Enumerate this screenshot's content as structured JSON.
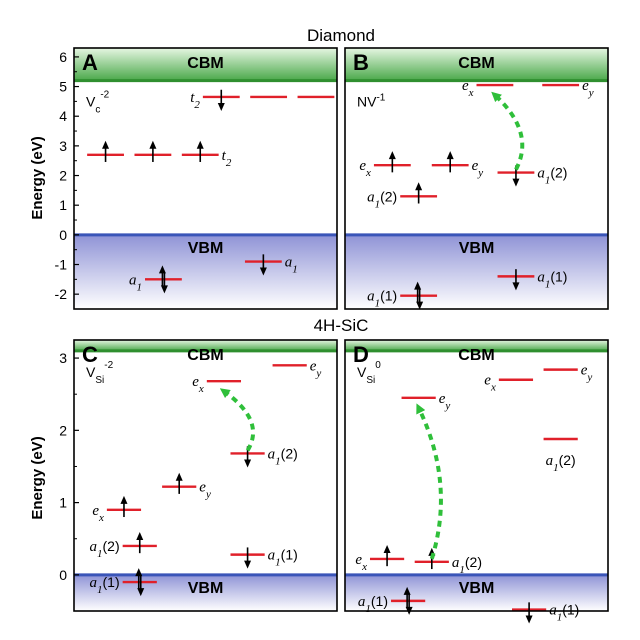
{
  "sections": [
    {
      "title": "Diamond",
      "energy_min": -2.5,
      "energy_max": 6.3,
      "cbm_energy": 5.2,
      "vbm_energy": 0,
      "y_axis_label": "Energy (eV)",
      "y_ticks": [
        "-2",
        "-1",
        "0",
        "1",
        "2",
        "3",
        "4",
        "5",
        "6"
      ]
    },
    {
      "title": "4H-SiC",
      "energy_min": -0.5,
      "energy_max": 3.25,
      "cbm_energy": 3.1,
      "vbm_energy": 0,
      "y_axis_label": "Energy (eV)",
      "y_ticks": [
        "0",
        "1",
        "2",
        "3"
      ]
    }
  ],
  "panels": [
    {
      "letter": "A",
      "section": 0,
      "col": 0,
      "cbm_label": "CBM",
      "vbm_label": "VBM",
      "defect": {
        "base": "V",
        "sub": "c",
        "sup": "-2"
      },
      "levels": [
        {
          "label": "t",
          "sub": "2",
          "x": 0.12,
          "energy": 2.7,
          "w": 0.14,
          "spin": "up",
          "label_side": "none"
        },
        {
          "label": "t",
          "sub": "2",
          "x": 0.3,
          "energy": 2.7,
          "w": 0.14,
          "spin": "up",
          "label_side": "none"
        },
        {
          "label": "t",
          "sub": "2",
          "x": 0.48,
          "energy": 2.7,
          "w": 0.14,
          "spin": "up",
          "label_side": "right"
        },
        {
          "label": "t",
          "sub": "2",
          "x": 0.56,
          "energy": 4.65,
          "w": 0.14,
          "spin": "down",
          "label_side": "left"
        },
        {
          "label": "t",
          "sub": "2",
          "x": 0.74,
          "energy": 4.65,
          "w": 0.14,
          "spin": "none",
          "label_side": "none"
        },
        {
          "label": "t",
          "sub": "2",
          "x": 0.92,
          "energy": 4.65,
          "w": 0.14,
          "spin": "none",
          "label_side": "none"
        },
        {
          "label": "a",
          "sub": "1",
          "x": 0.34,
          "energy": -1.5,
          "w": 0.14,
          "spin": "updown",
          "label_side": "left"
        },
        {
          "label": "a",
          "sub": "1",
          "x": 0.72,
          "energy": -0.9,
          "w": 0.14,
          "spin": "down",
          "label_side": "right"
        }
      ],
      "transition": null
    },
    {
      "letter": "B",
      "section": 0,
      "col": 1,
      "cbm_label": "CBM",
      "vbm_label": "VBM",
      "defect": {
        "base": "NV",
        "sub": "",
        "sup": "-1"
      },
      "levels": [
        {
          "label": "e",
          "sub": "x",
          "x": 0.18,
          "energy": 2.35,
          "w": 0.14,
          "spin": "up",
          "label_side": "left"
        },
        {
          "label": "e",
          "sub": "y",
          "x": 0.4,
          "energy": 2.35,
          "w": 0.14,
          "spin": "up",
          "label_side": "right"
        },
        {
          "label": "a",
          "sub": "1",
          "paren": "(2)",
          "x": 0.28,
          "energy": 1.3,
          "w": 0.14,
          "spin": "up",
          "label_side": "left"
        },
        {
          "label": "e",
          "sub": "x",
          "x": 0.57,
          "energy": 5.05,
          "w": 0.14,
          "spin": "none",
          "label_side": "left"
        },
        {
          "label": "e",
          "sub": "y",
          "x": 0.82,
          "energy": 5.05,
          "w": 0.14,
          "spin": "none",
          "label_side": "right"
        },
        {
          "label": "a",
          "sub": "1",
          "paren": "(2)",
          "x": 0.65,
          "energy": 2.1,
          "w": 0.14,
          "spin": "down",
          "label_side": "right"
        },
        {
          "label": "a",
          "sub": "1",
          "paren": "(1)",
          "x": 0.28,
          "energy": -2.05,
          "w": 0.14,
          "spin": "updown",
          "label_side": "left"
        },
        {
          "label": "a",
          "sub": "1",
          "paren": "(1)",
          "x": 0.65,
          "energy": -1.4,
          "w": 0.14,
          "spin": "down",
          "label_side": "right"
        }
      ],
      "transition": {
        "from_level": 5,
        "to_level": 3
      }
    },
    {
      "letter": "C",
      "section": 1,
      "col": 0,
      "cbm_label": "CBM",
      "vbm_label": "VBM",
      "defect": {
        "base": "V",
        "sub": "Si",
        "sup": "-2"
      },
      "levels": [
        {
          "label": "e",
          "sub": "x",
          "x": 0.19,
          "energy": 0.9,
          "w": 0.13,
          "spin": "up",
          "label_side": "left"
        },
        {
          "label": "e",
          "sub": "y",
          "x": 0.4,
          "energy": 1.22,
          "w": 0.13,
          "spin": "up",
          "label_side": "right"
        },
        {
          "label": "a",
          "sub": "1",
          "paren": "(2)",
          "x": 0.25,
          "energy": 0.4,
          "w": 0.13,
          "spin": "up",
          "label_side": "left"
        },
        {
          "label": "a",
          "sub": "1",
          "paren": "(1)",
          "x": 0.25,
          "energy": -0.1,
          "w": 0.13,
          "spin": "updown",
          "label_side": "left"
        },
        {
          "label": "e",
          "sub": "x",
          "x": 0.57,
          "energy": 2.68,
          "w": 0.13,
          "spin": "none",
          "label_side": "left"
        },
        {
          "label": "e",
          "sub": "y",
          "x": 0.82,
          "energy": 2.9,
          "w": 0.13,
          "spin": "none",
          "label_side": "right"
        },
        {
          "label": "a",
          "sub": "1",
          "paren": "(2)",
          "x": 0.66,
          "energy": 1.68,
          "w": 0.13,
          "spin": "down",
          "label_side": "right"
        },
        {
          "label": "a",
          "sub": "1",
          "paren": "(1)",
          "x": 0.66,
          "energy": 0.28,
          "w": 0.13,
          "spin": "down",
          "label_side": "right"
        }
      ],
      "transition": {
        "from_level": 6,
        "to_level": 4
      }
    },
    {
      "letter": "D",
      "section": 1,
      "col": 1,
      "cbm_label": "CBM",
      "vbm_label": "VBM",
      "defect": {
        "base": "V",
        "sub": "Si",
        "sup": "0"
      },
      "levels": [
        {
          "label": "e",
          "sub": "x",
          "x": 0.16,
          "energy": 0.22,
          "w": 0.13,
          "spin": "up",
          "label_side": "left"
        },
        {
          "label": "a",
          "sub": "1",
          "paren": "(2)",
          "x": 0.33,
          "energy": 0.18,
          "w": 0.13,
          "spin": "up",
          "label_side": "right"
        },
        {
          "label": "e",
          "sub": "y",
          "x": 0.28,
          "energy": 2.45,
          "w": 0.13,
          "spin": "none",
          "label_side": "right"
        },
        {
          "label": "e",
          "sub": "x",
          "x": 0.65,
          "energy": 2.7,
          "w": 0.13,
          "spin": "none",
          "label_side": "left"
        },
        {
          "label": "e",
          "sub": "y",
          "x": 0.82,
          "energy": 2.84,
          "w": 0.13,
          "spin": "none",
          "label_side": "right"
        },
        {
          "label": "a",
          "sub": "1",
          "paren": "(2)",
          "x": 0.82,
          "energy": 1.88,
          "w": 0.13,
          "spin": "none",
          "label_side": "below"
        },
        {
          "label": "a",
          "sub": "1",
          "paren": "(1)",
          "x": 0.24,
          "energy": -0.36,
          "w": 0.13,
          "spin": "updown",
          "label_side": "left"
        },
        {
          "label": "a",
          "sub": "1",
          "paren": "(1)",
          "x": 0.7,
          "energy": -0.48,
          "w": 0.13,
          "spin": "down",
          "label_side": "right"
        }
      ],
      "transition": {
        "from_level": 1,
        "to_level": 2
      }
    }
  ],
  "colors": {
    "level": "#e0202a",
    "arrow": "#2fbf3a",
    "cbm_top": "#e6f6e2",
    "cbm_bottom": "#4aa84a",
    "cbm_line": "#2f8f2f",
    "vbm_line": "#3a55b8",
    "vbm_top": "#8f93d6",
    "vbm_bottom": "#ffffff"
  }
}
